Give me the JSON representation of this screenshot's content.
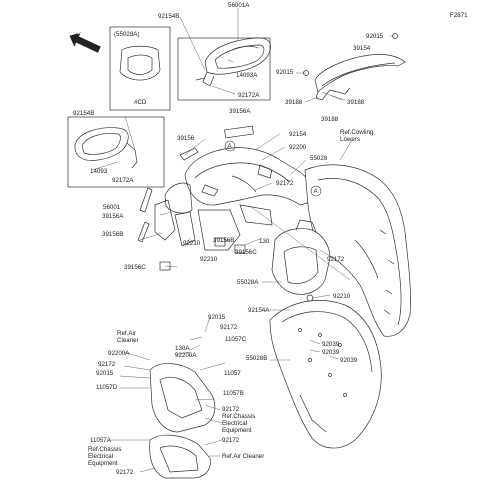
{
  "figure_code": "F2871",
  "front_label": "FRONT",
  "inset": {
    "part": "(55028A)",
    "model_tag": "#CD"
  },
  "callouts": {
    "p92154B_a": "92154B",
    "p56001A": "56001A",
    "p92015_a": "92015",
    "p39154": "39154",
    "p92015_b": "92015",
    "p14093A": "14093A",
    "p92172A_a": "92172A",
    "p39156A_a": "39156A",
    "p39188_a": "39188",
    "p39188_b": "39188",
    "p39188_c": "39188",
    "p92154B_b": "92154B",
    "p39156": "39156",
    "p92154": "92154",
    "p92200": "92200",
    "ref_cowling": "Ref.Cowling\nLowers",
    "p55028": "55028",
    "p14093": "14093",
    "p92172A_b": "92172A",
    "p92172_a": "92172",
    "p56001": "56001",
    "p39156A_b": "39156A",
    "p39156B_a": "39156B",
    "p92210_a": "92210",
    "p39156B_b": "39156B",
    "p39156C_a": "39156C",
    "p130_a": "130",
    "p92210_b": "92210",
    "p92172_b": "92172",
    "p39156C_b": "39156C",
    "p55028A": "55028A",
    "p92210_c": "92210",
    "p92154A": "92154A",
    "p92015_c": "92015",
    "p92172_c": "92172",
    "ref_air_cleaner_a": "Ref.Air\nCleaner",
    "p130A": "130A",
    "p11057C": "11057C",
    "p92200A_a": "92200A",
    "p92200A_b": "92200A",
    "p92172_d": "92172",
    "p92015_d": "92015",
    "p11057D": "11057D",
    "p11057": "11057",
    "p11057B": "11057B",
    "p55028B": "55028B",
    "p92039_a": "92039",
    "p92039_b": "92039",
    "p92039_c": "92039",
    "p92172_e": "92172",
    "ref_chassis_a": "Ref.Chassis\nElectrical\nEquipment",
    "p11057A": "11057A",
    "ref_chassis_b": "Ref.Chassis\nElectrical\nEquipment",
    "p92172_f": "92172",
    "ref_air_cleaner_b": "Ref.Air Cleaner",
    "p92172_g": "92172",
    "circle_a": "A"
  }
}
